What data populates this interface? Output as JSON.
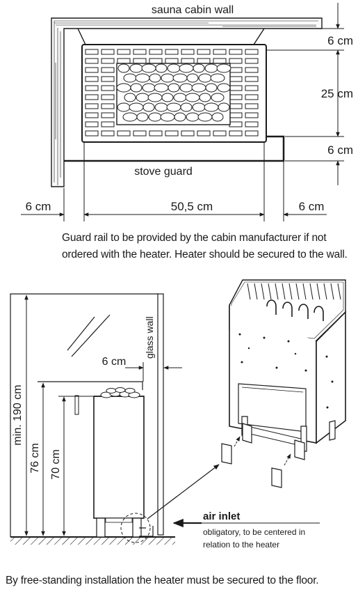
{
  "top_view": {
    "wall_label": "sauna cabin wall",
    "guard_label": "stove guard",
    "dims": {
      "top_gap": "6 cm",
      "height": "25 cm",
      "bottom_gap": "6 cm",
      "left_gap": "6 cm",
      "width": "50,5 cm",
      "right_gap": "6 cm"
    },
    "caption_line1": "Guard rail to be provided by the cabin manufacturer if not",
    "caption_line2": "ordered with the heater. Heater should be secured to the wall."
  },
  "side_view": {
    "glass_label": "glass wall",
    "clearance": "6 cm",
    "min_height": "min. 190 cm",
    "h_76": "76 cm",
    "h_70": "70 cm"
  },
  "air_inlet": {
    "title": "air inlet",
    "note_line1": "obligatory, to be centered in",
    "note_line2": "relation to the heater"
  },
  "footer_caption": "By free-standing installation the heater must be secured to the floor."
}
